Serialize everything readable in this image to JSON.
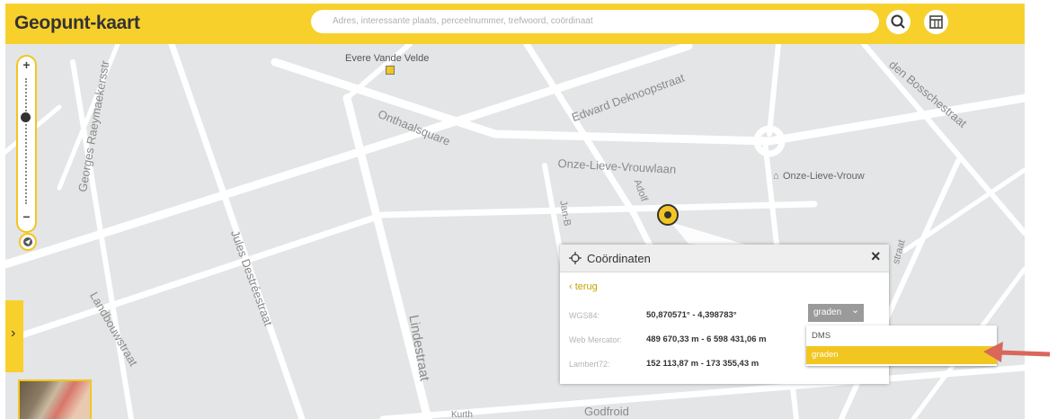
{
  "app": {
    "title": "Geopunt-kaart"
  },
  "search": {
    "placeholder": "Adres, interessante plaats, perceelnummer, trefwoord, coördinaat"
  },
  "icons": {
    "search": "search-icon",
    "layers": "layers-icon",
    "locate": "locate-icon",
    "coords": "crosshair-icon",
    "close": "close-icon",
    "expand": "chevron-right-icon",
    "marker": "location-marker-icon"
  },
  "zoom": {
    "plus": "+",
    "minus": "−",
    "level": 0.47
  },
  "side_panel": {
    "expand_glyph": "›"
  },
  "map": {
    "labels": {
      "evere": "Evere Vande Velde",
      "onthaalsquare": "Onthaalsquare",
      "deknoop": "Edward Deknoopstraat",
      "bosschestraat": "den Bosschestraat",
      "raeymaeker": "Georges Raeymaekersstr",
      "olv_laan": "Onze-Lieve-Vrouwlaan",
      "olv_poi": "Onze-Lieve-Vrouw",
      "adolf": "Adolf",
      "jan": "Jan-B",
      "destree": "Jules Destréestraat",
      "landbouw": "Landbouwstraat",
      "linde": "Lindestraat",
      "kurth": "Kurth",
      "godfroid": "Godfroid",
      "straat_right": "straat"
    }
  },
  "coords_panel": {
    "title": "Coördinaten",
    "close": "×",
    "back": "‹ terug",
    "unit_button": "graden",
    "unit_chevron": "⌄",
    "rows": [
      {
        "label": "WGS84:",
        "value": "50,870571° - 4,398783°"
      },
      {
        "label": "Web Mercator:",
        "value": "489 670,33 m - 6 598 431,06 m"
      },
      {
        "label": "Lambert72:",
        "value": "152 113,87 m - 173 355,43 m"
      }
    ],
    "dropdown_options": [
      "DMS",
      "graden"
    ],
    "selected_option": "graden"
  },
  "colors": {
    "brand_yellow": "#f7d02c",
    "map_bg": "#e3e5e6",
    "road": "#ffffff",
    "arrow": "#d9675a"
  }
}
